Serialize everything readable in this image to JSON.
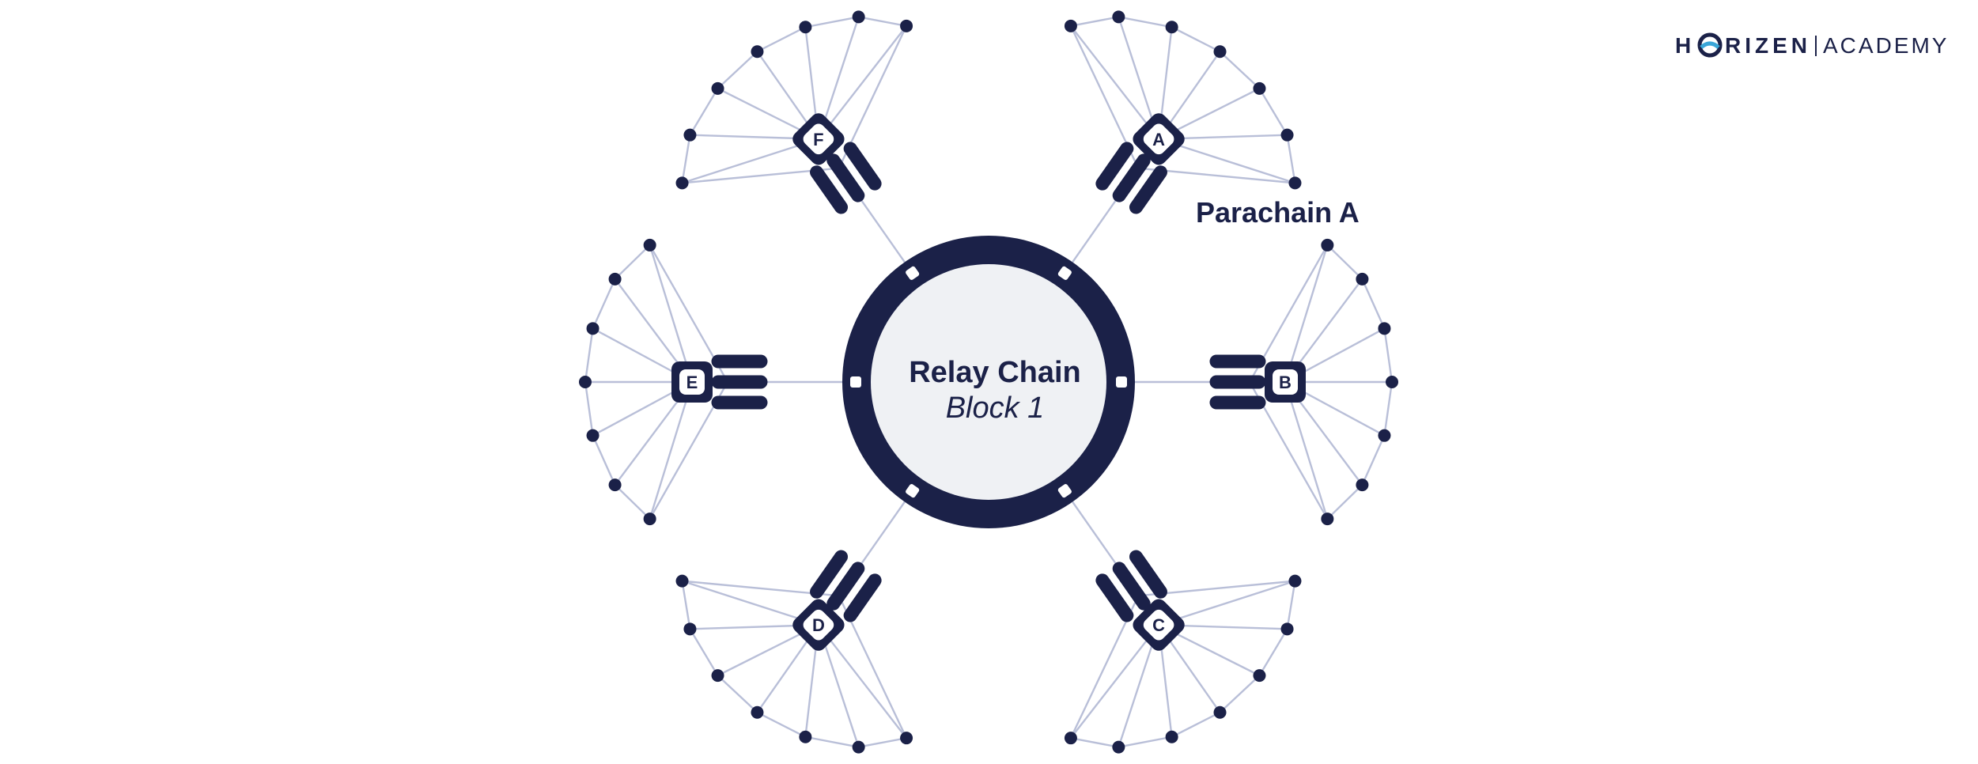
{
  "brand": {
    "name": "HORIZEN",
    "name_suffix": "ACADEMY"
  },
  "relay_chain": {
    "title": "Relay Chain",
    "subtitle": "Block 1"
  },
  "highlight_label": "Parachain A",
  "parachains": [
    {
      "letter": "A",
      "angle": -55
    },
    {
      "letter": "B",
      "angle": 0
    },
    {
      "letter": "C",
      "angle": 55
    },
    {
      "letter": "D",
      "angle": 125
    },
    {
      "letter": "E",
      "angle": 180
    },
    {
      "letter": "F",
      "angle": -125
    }
  ],
  "colors": {
    "ink": "#1b2148",
    "hub_fill": "#eff1f4",
    "edge": "#b9bfd8",
    "brand_accent": "#3aa6d8"
  }
}
